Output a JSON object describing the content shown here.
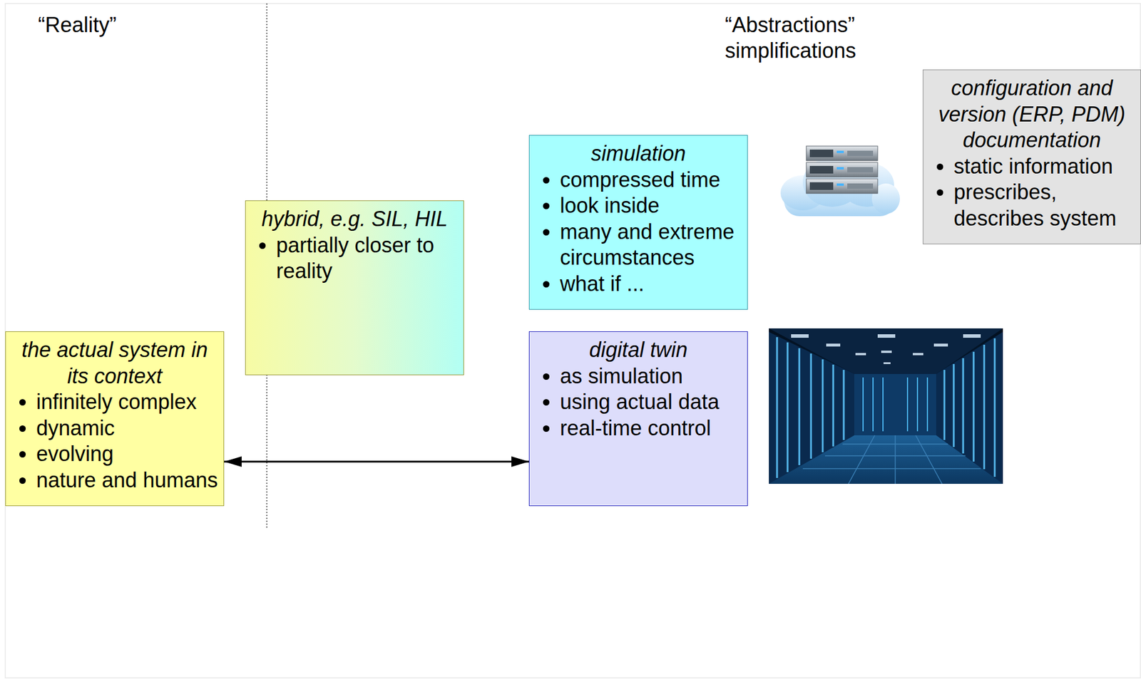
{
  "diagram": {
    "nodes": [
      {
        "text": [
          "the actual system in its context",
          "infinitely complex",
          "dynamic",
          "evolving",
          "nature and humans"
        ]
      },
      {
        "text": [
          "hybrid, e.g. SIL, HIL",
          "partially closer to reality"
        ]
      },
      {
        "text": [
          "simulation",
          "compressed time",
          "look inside",
          "many and extreme circumstances",
          "what if ..."
        ]
      },
      {
        "text": [
          "digital twin",
          "as simulation",
          "using actual data",
          "real-time control"
        ]
      },
      {
        "text": [
          "configuration and version (ERP, PDM) documentation",
          "static information",
          "prescribes, describes system"
        ]
      }
    ],
    "edges": [
      {
        "from": 0,
        "to": 3,
        "arrow": "both"
      }
    ],
    "labels": [
      "“Reality”",
      "“Abstractions” simplifications"
    ]
  }
}
